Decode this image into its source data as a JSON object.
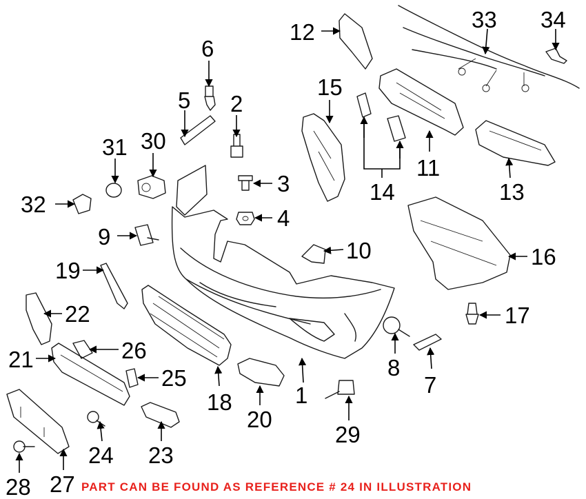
{
  "diagram": {
    "callouts": [
      "1",
      "2",
      "3",
      "4",
      "5",
      "6",
      "7",
      "8",
      "9",
      "10",
      "11",
      "12",
      "13",
      "14",
      "15",
      "16",
      "17",
      "18",
      "19",
      "20",
      "21",
      "22",
      "23",
      "24",
      "25",
      "26",
      "27",
      "28",
      "29",
      "30",
      "31",
      "32",
      "33",
      "34"
    ],
    "note": "PART CAN BE FOUND AS REFERENCE # 24 IN ILLUSTRATION",
    "colors": {
      "note": "#e8211c",
      "lines": "#1a1a1a"
    }
  }
}
